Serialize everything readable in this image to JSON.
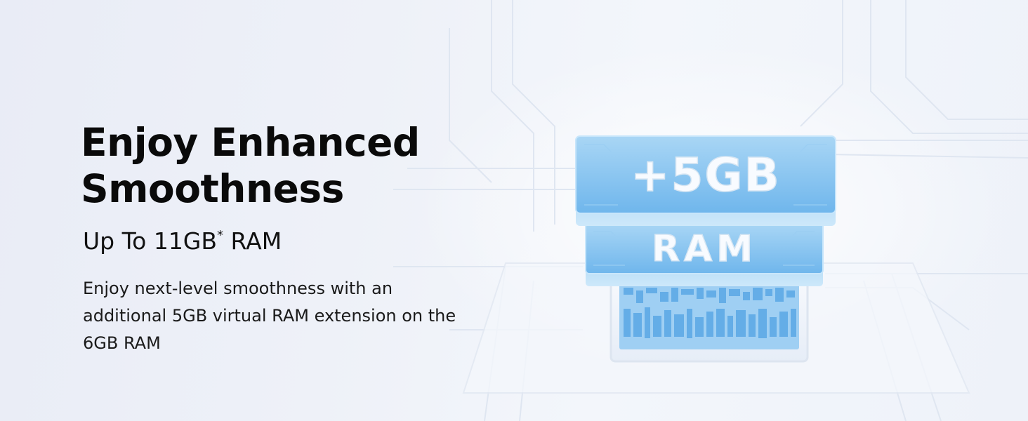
{
  "headline": {
    "line1": "Enjoy Enhanced",
    "line2": "Smoothness"
  },
  "subheadline": {
    "prefix": "Up To 11GB",
    "mark": "*",
    "suffix": " RAM"
  },
  "description": "Enjoy next-level smoothness with an additional 5GB virtual RAM extension on the 6GB RAM",
  "illustration": {
    "top_chip_label": "+5GB",
    "bottom_chip_label": "RAM"
  },
  "colors": {
    "background": "#edf0f8",
    "chip_blue": "#7ec0ef",
    "chip_edge": "#b9ddf7",
    "text": "#0a0a0a"
  }
}
